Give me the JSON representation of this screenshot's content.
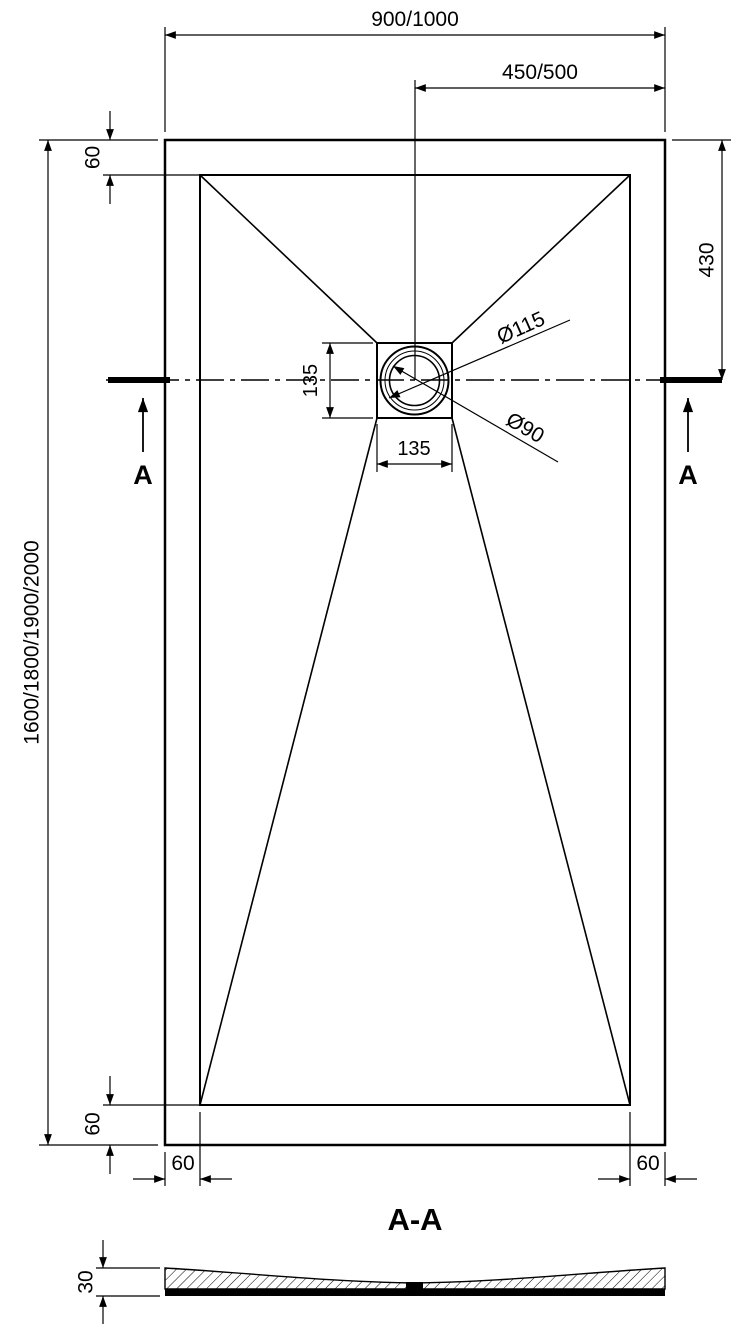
{
  "drawing": {
    "type": "shower-tray-technical-drawing",
    "plan": {
      "dim_width": "900/1000",
      "dim_half_width": "450/500",
      "dim_length": "1600/1800/1900/2000",
      "dim_rim_top": "60",
      "dim_rim_bottom": "60",
      "dim_rim_left": "60",
      "dim_rim_right": "60",
      "dim_drain_offset": "430",
      "dim_drain_box_w": "135",
      "dim_drain_box_h": "135",
      "dim_drain_outer": "Ø115",
      "dim_drain_inner": "Ø90",
      "section_marker": "A"
    },
    "section": {
      "label": "A-A",
      "dim_thickness": "30"
    },
    "colors": {
      "line": "#000000",
      "background": "#ffffff"
    }
  }
}
